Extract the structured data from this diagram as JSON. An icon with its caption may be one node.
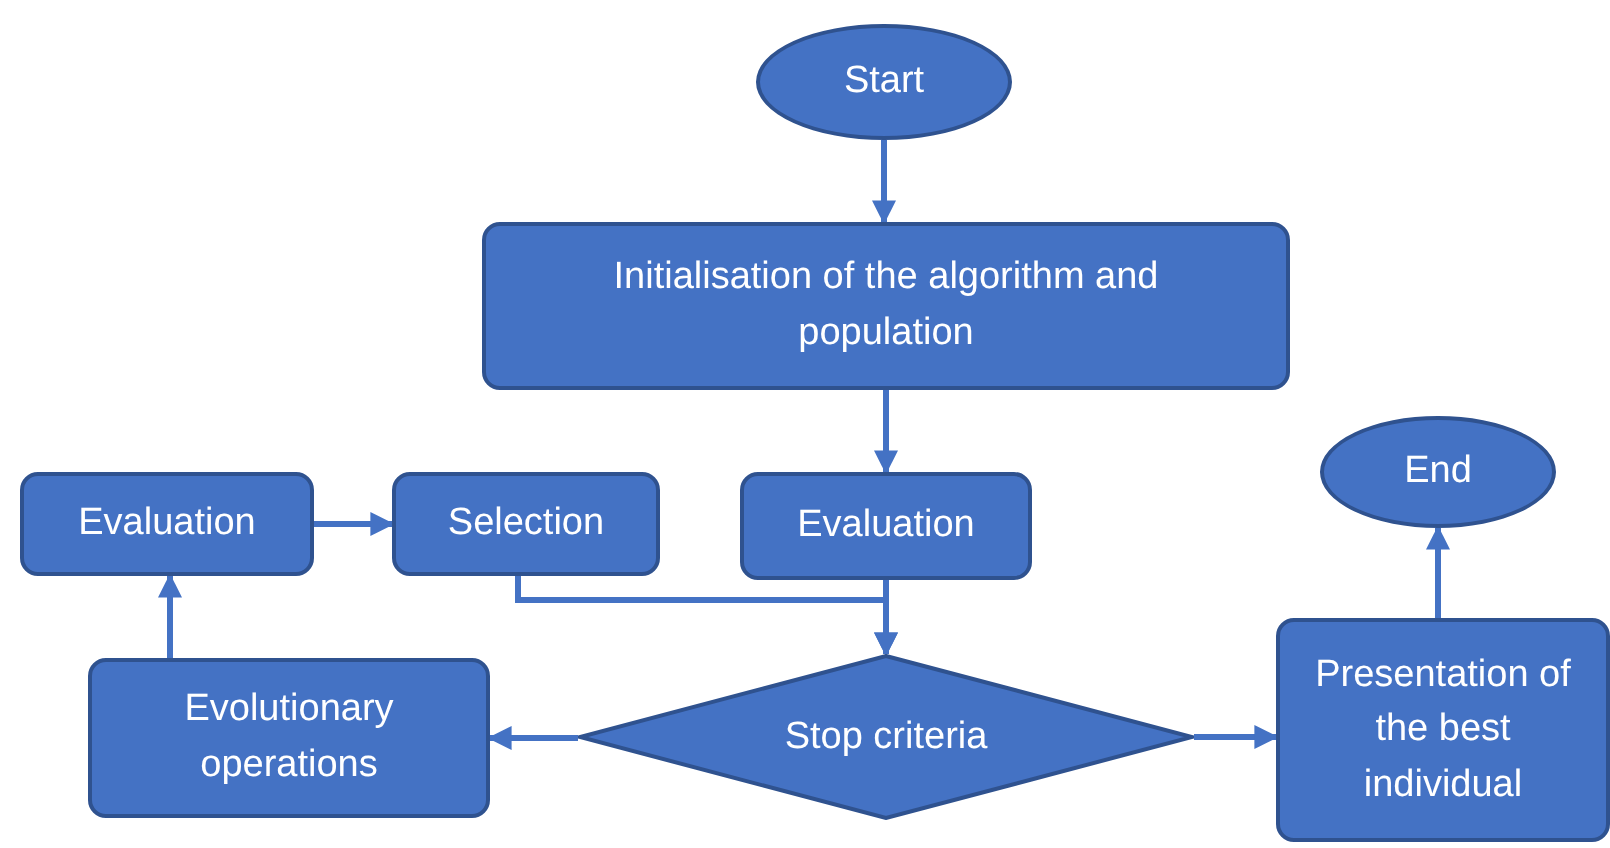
{
  "diagram": {
    "nodes": [
      {
        "text": [
          "Start"
        ]
      },
      {
        "text": [
          "Initialisation of the algorithm and population"
        ]
      },
      {
        "text": [
          "Evaluation"
        ]
      },
      {
        "text": [
          "Selection"
        ]
      },
      {
        "text": [
          "Evaluation"
        ]
      },
      {
        "text": [
          "End"
        ]
      },
      {
        "text": [
          "Evolutionary operations"
        ]
      },
      {
        "text": [
          "Stop criteria"
        ]
      },
      {
        "text": [
          "Presentation of the best individual"
        ]
      }
    ],
    "edges": [
      {
        "from": 0,
        "to": 1,
        "arrow": "to"
      },
      {
        "from": 1,
        "to": 4,
        "arrow": "to"
      },
      {
        "from": 2,
        "to": 3,
        "arrow": "to"
      },
      {
        "from": 3,
        "to": 7,
        "arrow": "to"
      },
      {
        "from": 4,
        "to": 7,
        "arrow": "to"
      },
      {
        "from": 7,
        "to": 6,
        "arrow": "to"
      },
      {
        "from": 7,
        "to": 8,
        "arrow": "to"
      },
      {
        "from": 8,
        "to": 5,
        "arrow": "to"
      },
      {
        "from": 6,
        "to": 2,
        "arrow": "to"
      }
    ]
  }
}
